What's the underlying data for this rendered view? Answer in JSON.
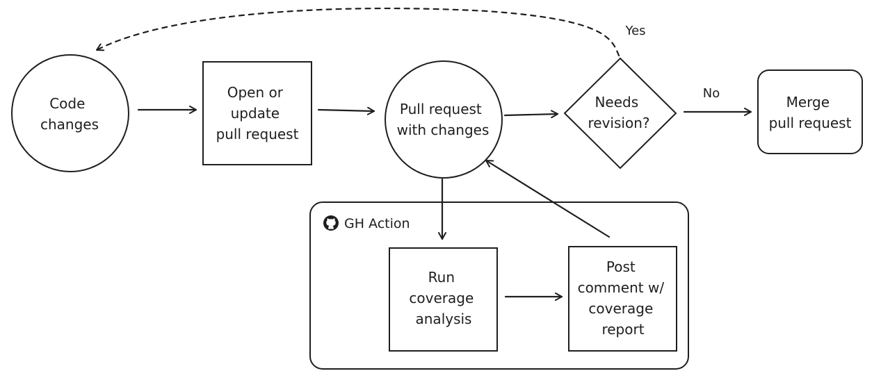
{
  "nodes": {
    "code_changes": {
      "lines": [
        "Code",
        "changes"
      ]
    },
    "open_pr": {
      "lines": [
        "Open or",
        "update",
        "pull request"
      ]
    },
    "pr_with_changes": {
      "lines": [
        "Pull request",
        "with changes"
      ]
    },
    "needs_revision": {
      "lines": [
        "Needs",
        "revision?"
      ]
    },
    "merge_pr": {
      "lines": [
        "Merge",
        "pull request"
      ]
    },
    "run_coverage": {
      "lines": [
        "Run",
        "coverage",
        "analysis"
      ]
    },
    "post_comment": {
      "lines": [
        "Post",
        "comment w/",
        "coverage",
        "report"
      ]
    }
  },
  "edge_labels": {
    "yes": "Yes",
    "no": "No"
  },
  "group": {
    "label": "GH Action",
    "icon": "github-icon"
  }
}
